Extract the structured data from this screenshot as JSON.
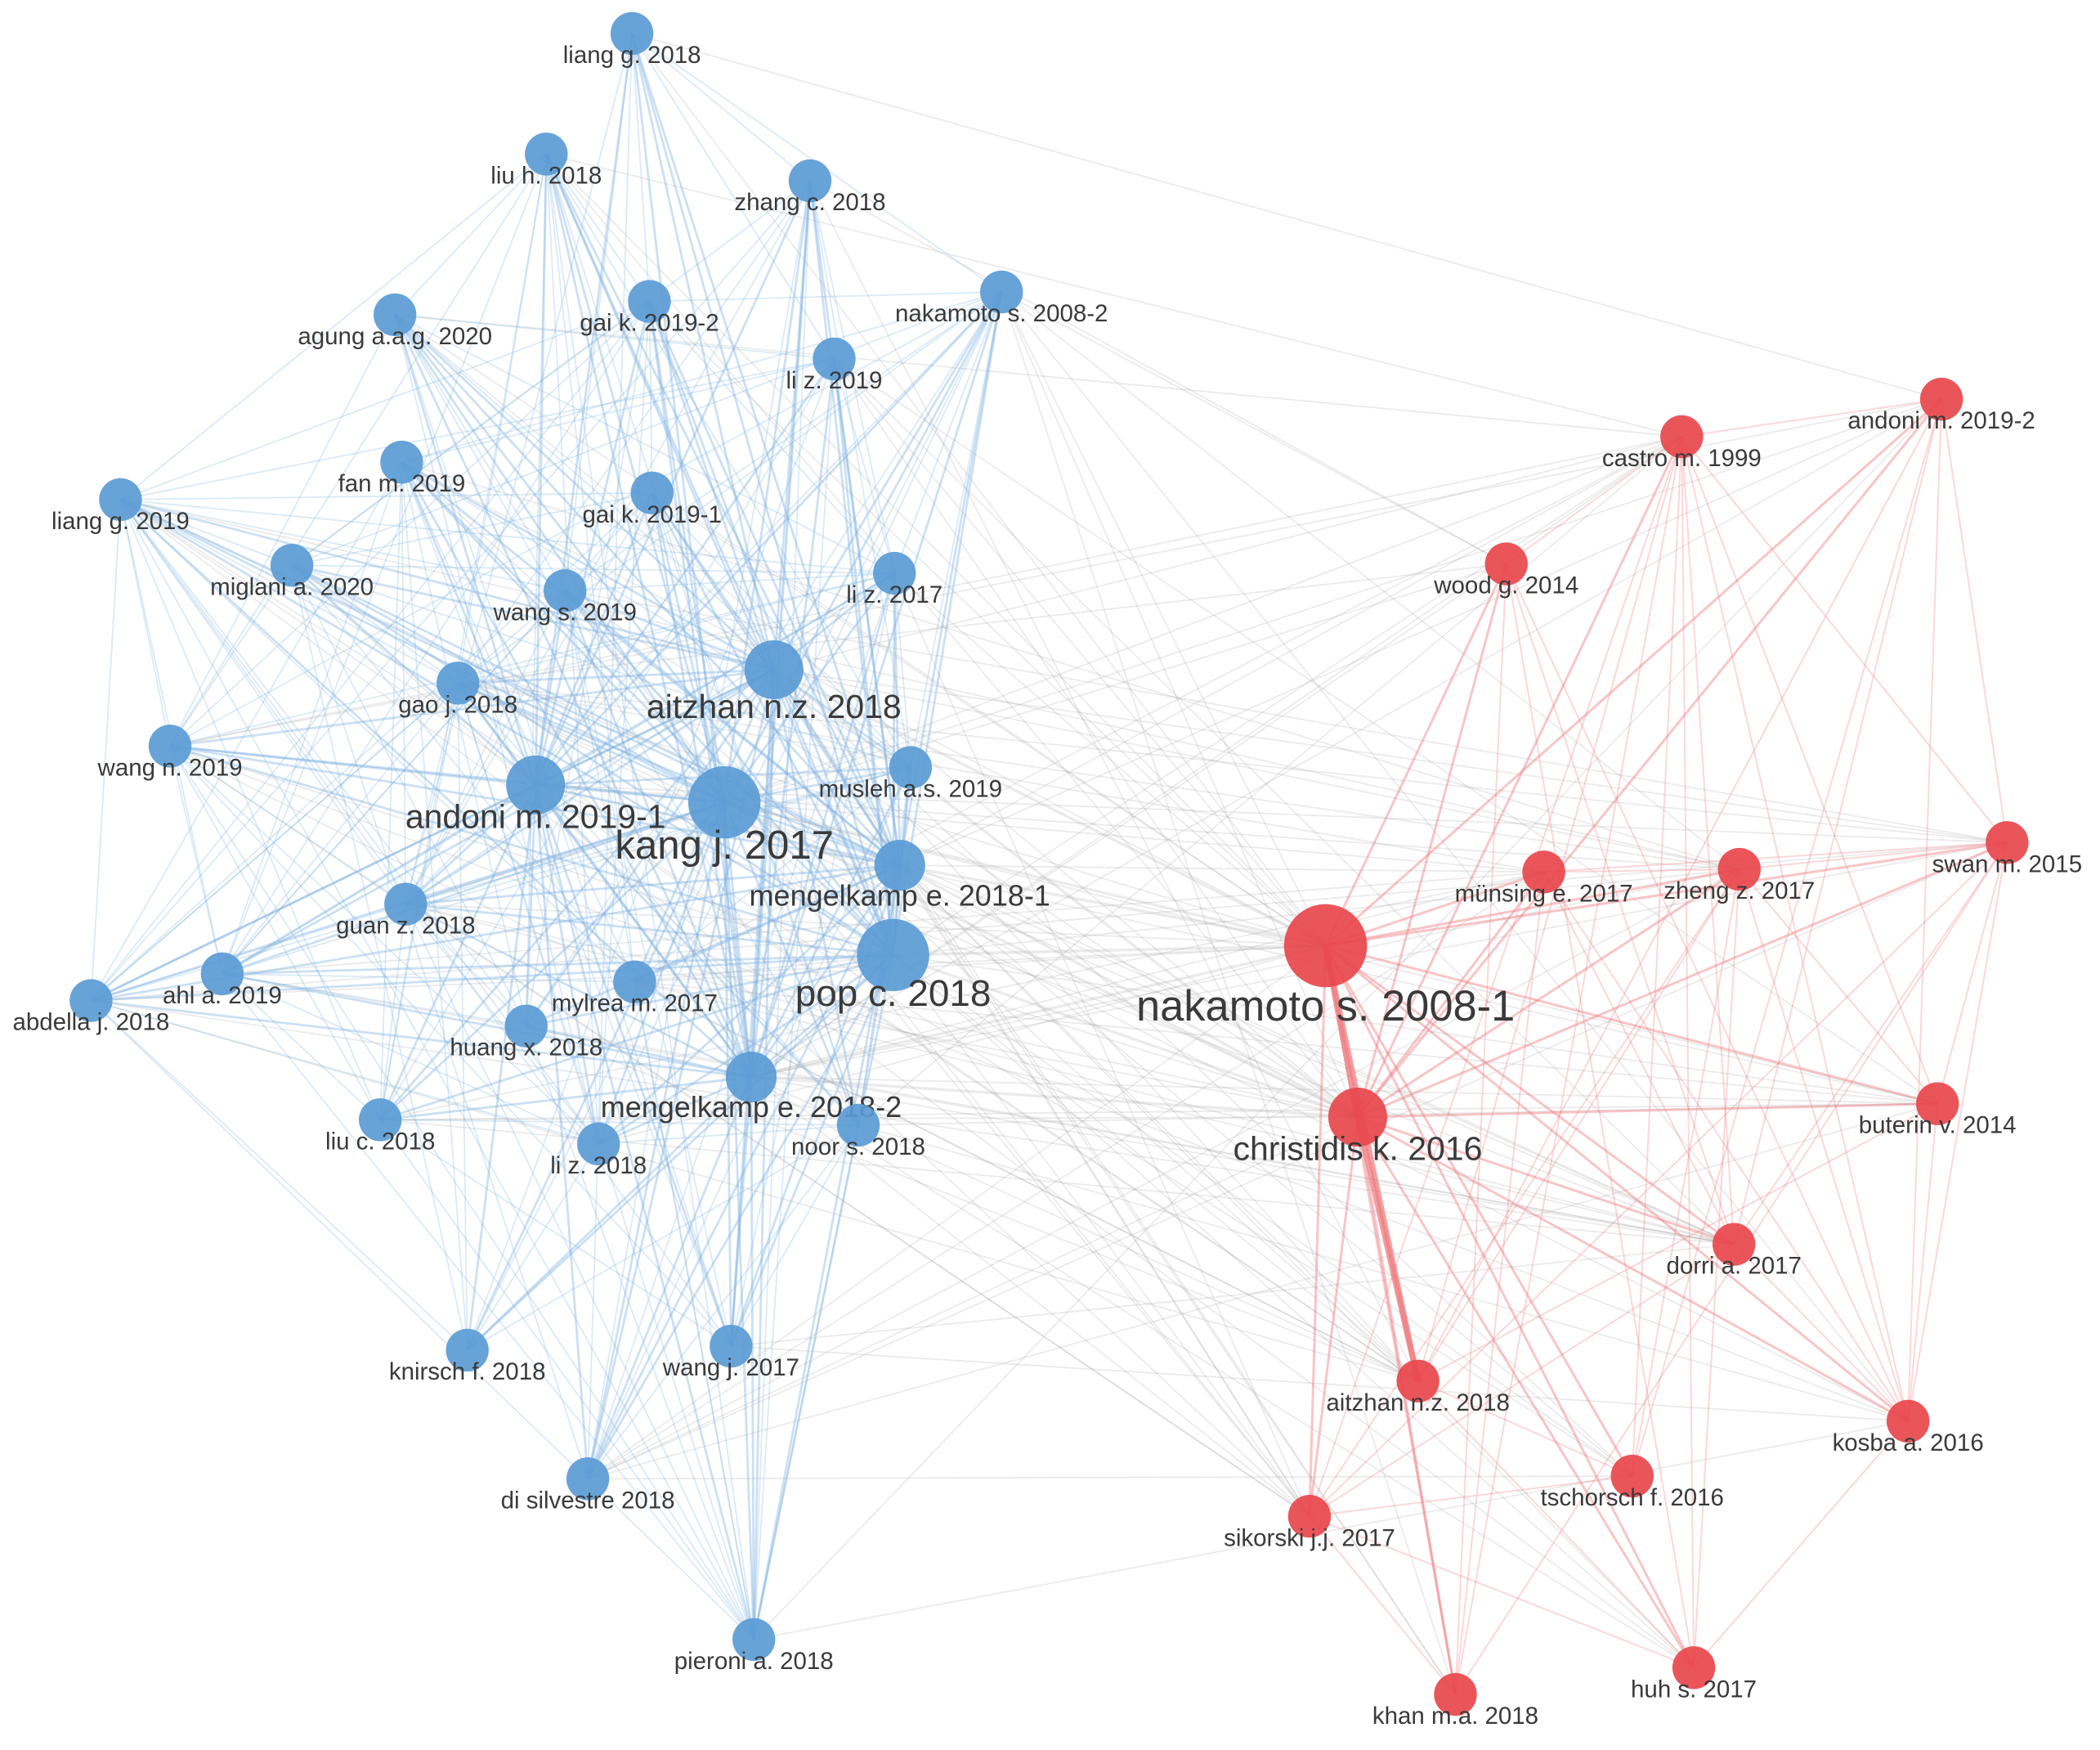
{
  "colors": {
    "cluster_blue": "#5b9bd5",
    "cluster_blue_edge": "#7fb2e0",
    "cluster_red": "#e8474c",
    "cluster_red_edge": "#ef7f83",
    "cross_edge": "#a6a6a6",
    "label": "#3a3a3a"
  },
  "nodes": [
    {
      "id": "n0",
      "label": "liang g. 2018",
      "cluster": "blue",
      "weight": "small"
    },
    {
      "id": "n1",
      "label": "liu h. 2018",
      "cluster": "blue",
      "weight": "small"
    },
    {
      "id": "n2",
      "label": "zhang c. 2018",
      "cluster": "blue",
      "weight": "small"
    },
    {
      "id": "n3",
      "label": "agung a.a.g. 2020",
      "cluster": "blue",
      "weight": "small"
    },
    {
      "id": "n4",
      "label": "gai k. 2019-2",
      "cluster": "blue",
      "weight": "small"
    },
    {
      "id": "n5",
      "label": "nakamoto s. 2008-2",
      "cluster": "blue",
      "weight": "small"
    },
    {
      "id": "n6",
      "label": "li z. 2019",
      "cluster": "blue",
      "weight": "small"
    },
    {
      "id": "n7",
      "label": "fan m. 2019",
      "cluster": "blue",
      "weight": "small"
    },
    {
      "id": "n8",
      "label": "liang g. 2019",
      "cluster": "blue",
      "weight": "small"
    },
    {
      "id": "n9",
      "label": "gai k. 2019-1",
      "cluster": "blue",
      "weight": "small"
    },
    {
      "id": "n10",
      "label": "miglani a. 2020",
      "cluster": "blue",
      "weight": "small"
    },
    {
      "id": "n11",
      "label": "wang s. 2019",
      "cluster": "blue",
      "weight": "small"
    },
    {
      "id": "n12",
      "label": "li z. 2017",
      "cluster": "blue",
      "weight": "small"
    },
    {
      "id": "n13",
      "label": "gao j. 2018",
      "cluster": "blue",
      "weight": "small"
    },
    {
      "id": "n14",
      "label": "aitzhan n.z. 2018",
      "cluster": "blue",
      "weight": "large"
    },
    {
      "id": "n15",
      "label": "wang n. 2019",
      "cluster": "blue",
      "weight": "small"
    },
    {
      "id": "n16",
      "label": "musleh a.s. 2019",
      "cluster": "blue",
      "weight": "small"
    },
    {
      "id": "n17",
      "label": "andoni m. 2019-1",
      "cluster": "blue",
      "weight": "large"
    },
    {
      "id": "n18",
      "label": "kang j. 2017",
      "cluster": "blue",
      "weight": "xlarge"
    },
    {
      "id": "n19",
      "label": "mengelkamp e. 2018-1",
      "cluster": "blue",
      "weight": "medium"
    },
    {
      "id": "n20",
      "label": "guan z. 2018",
      "cluster": "blue",
      "weight": "small"
    },
    {
      "id": "n21",
      "label": "pop c. 2018",
      "cluster": "blue",
      "weight": "xlarge"
    },
    {
      "id": "n22",
      "label": "ahl a. 2019",
      "cluster": "blue",
      "weight": "small"
    },
    {
      "id": "n23",
      "label": "abdella j. 2018",
      "cluster": "blue",
      "weight": "small"
    },
    {
      "id": "n24",
      "label": "mylrea m. 2017",
      "cluster": "blue",
      "weight": "small"
    },
    {
      "id": "n25",
      "label": "huang x. 2018",
      "cluster": "blue",
      "weight": "small"
    },
    {
      "id": "n26",
      "label": "mengelkamp e. 2018-2",
      "cluster": "blue",
      "weight": "medium"
    },
    {
      "id": "n27",
      "label": "liu c. 2018",
      "cluster": "blue",
      "weight": "small"
    },
    {
      "id": "n28",
      "label": "li z. 2018",
      "cluster": "blue",
      "weight": "small"
    },
    {
      "id": "n29",
      "label": "noor s. 2018",
      "cluster": "blue",
      "weight": "small"
    },
    {
      "id": "n30",
      "label": "knirsch f. 2018",
      "cluster": "blue",
      "weight": "small"
    },
    {
      "id": "n31",
      "label": "wang j. 2017",
      "cluster": "blue",
      "weight": "small"
    },
    {
      "id": "n32",
      "label": "di silvestre 2018",
      "cluster": "blue",
      "weight": "small"
    },
    {
      "id": "n33",
      "label": "pieroni a. 2018",
      "cluster": "blue",
      "weight": "small"
    },
    {
      "id": "r0",
      "label": "andoni m. 2019-2",
      "cluster": "red",
      "weight": "small"
    },
    {
      "id": "r1",
      "label": "castro m. 1999",
      "cluster": "red",
      "weight": "small"
    },
    {
      "id": "r2",
      "label": "wood g. 2014",
      "cluster": "red",
      "weight": "small"
    },
    {
      "id": "r3",
      "label": "münsing e. 2017",
      "cluster": "red",
      "weight": "small"
    },
    {
      "id": "r4",
      "label": "zheng z. 2017",
      "cluster": "red",
      "weight": "small"
    },
    {
      "id": "r5",
      "label": "swan m. 2015",
      "cluster": "red",
      "weight": "small"
    },
    {
      "id": "r6",
      "label": "nakamoto s. 2008-1",
      "cluster": "red",
      "weight": "xxlarge"
    },
    {
      "id": "r7",
      "label": "christidis k. 2016",
      "cluster": "red",
      "weight": "large"
    },
    {
      "id": "r8",
      "label": "buterin v. 2014",
      "cluster": "red",
      "weight": "small"
    },
    {
      "id": "r9",
      "label": "dorri a. 2017",
      "cluster": "red",
      "weight": "small"
    },
    {
      "id": "r10",
      "label": "aitzhan n.z. 2018",
      "cluster": "red",
      "weight": "small"
    },
    {
      "id": "r11",
      "label": "kosba a. 2016",
      "cluster": "red",
      "weight": "small"
    },
    {
      "id": "r12",
      "label": "tschorsch f. 2016",
      "cluster": "red",
      "weight": "small"
    },
    {
      "id": "r13",
      "label": "sikorski j.j. 2017",
      "cluster": "red",
      "weight": "small"
    },
    {
      "id": "r14",
      "label": "khan m.a. 2018",
      "cluster": "red",
      "weight": "small"
    },
    {
      "id": "r15",
      "label": "huh s. 2017",
      "cluster": "red",
      "weight": "small"
    }
  ]
}
